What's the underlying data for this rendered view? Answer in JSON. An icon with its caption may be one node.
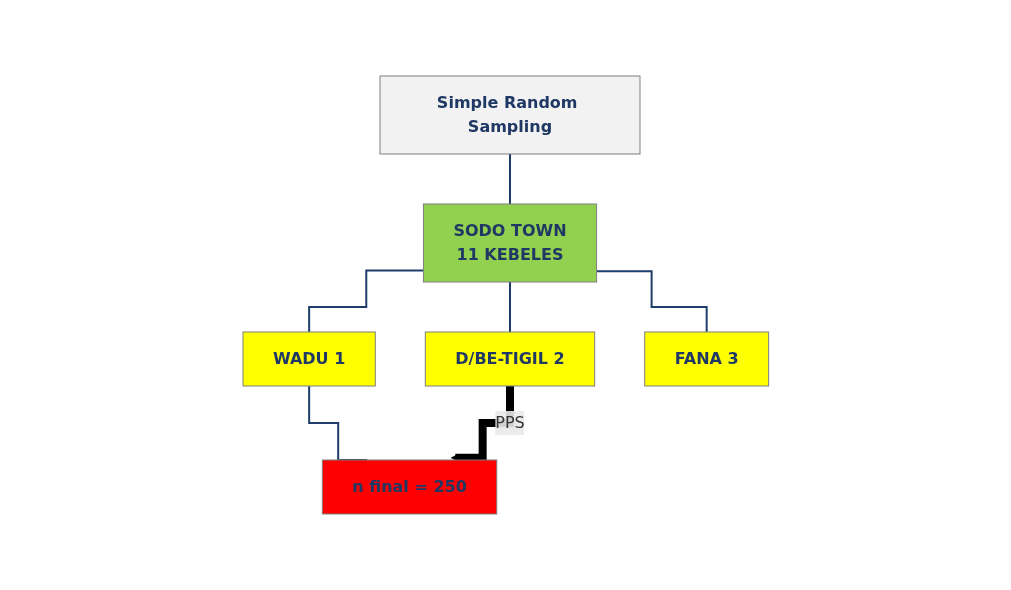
{
  "diagram": {
    "nodes": [
      {
        "text": [
          "SODO TOWN",
          "11 KEBELES"
        ]
      },
      {
        "text": [
          "Simple Random Sampling"
        ]
      },
      {
        "text": [
          "WADU 1"
        ]
      },
      {
        "text": [
          "D/BE-TIGIL 2"
        ]
      },
      {
        "text": [
          "FANA 3"
        ]
      },
      {
        "text": [
          "n final = 250"
        ]
      }
    ],
    "edges": [
      {
        "from": 1,
        "to": 0,
        "arrow": "none"
      },
      {
        "from": 0,
        "to": 2,
        "arrow": "none"
      },
      {
        "from": 0,
        "to": 3,
        "arrow": "none"
      },
      {
        "from": 0,
        "to": 4,
        "arrow": "none"
      },
      {
        "from": 2,
        "to": 5,
        "arrow": "none"
      },
      {
        "from": 3,
        "to": 5,
        "arrow": "to",
        "label": "PPS",
        "style": "thick",
        "color": "#000000"
      }
    ]
  }
}
